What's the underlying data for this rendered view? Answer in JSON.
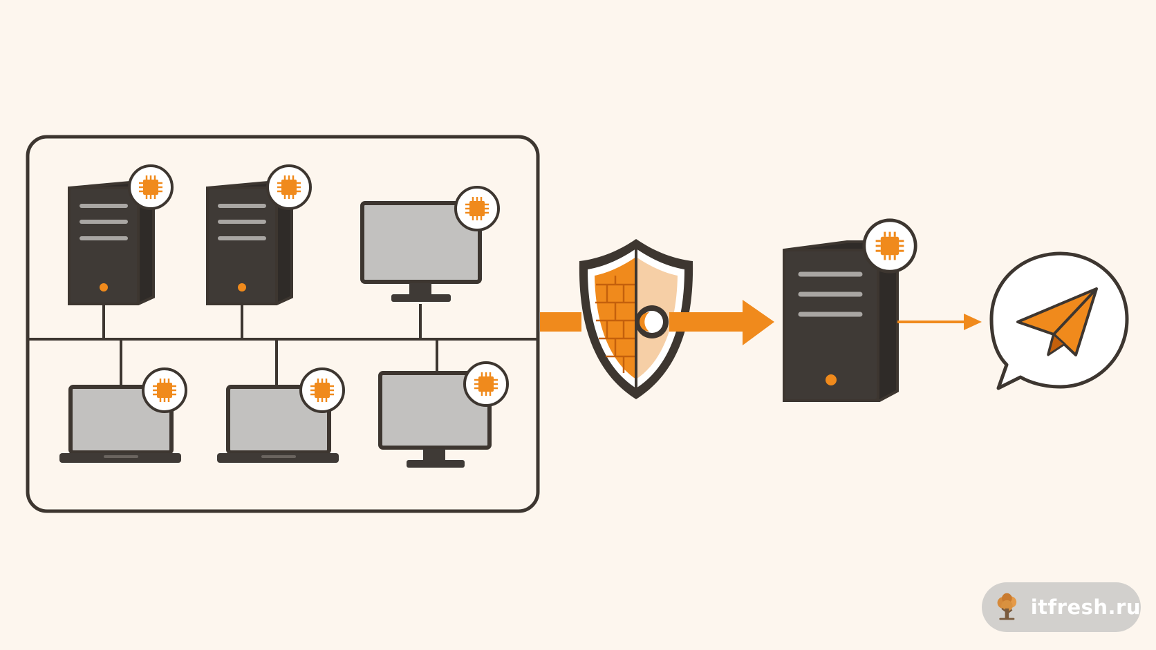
{
  "diagram": {
    "colors": {
      "background": "#fdf6ee",
      "outline": "#3d3630",
      "device_body": "#3f3a36",
      "screen": "#c2c1bf",
      "accent": "#f08a1c",
      "accent_light": "#f6cfa6"
    },
    "network": {
      "devices": [
        {
          "type": "server-tower",
          "has_chip_badge": true
        },
        {
          "type": "server-tower",
          "has_chip_badge": true
        },
        {
          "type": "desktop-monitor",
          "has_chip_badge": true
        },
        {
          "type": "laptop",
          "has_chip_badge": true
        },
        {
          "type": "laptop",
          "has_chip_badge": true
        },
        {
          "type": "desktop-monitor",
          "has_chip_badge": true
        }
      ]
    },
    "firewall": {
      "icon": "shield-firewall-icon"
    },
    "central_server": {
      "type": "server-tower",
      "has_chip_badge": true
    },
    "notification": {
      "icon": "paper-plane-speech-bubble-icon"
    }
  },
  "watermark": {
    "text": "itfresh.ru",
    "icon": "tree-logo-icon"
  }
}
